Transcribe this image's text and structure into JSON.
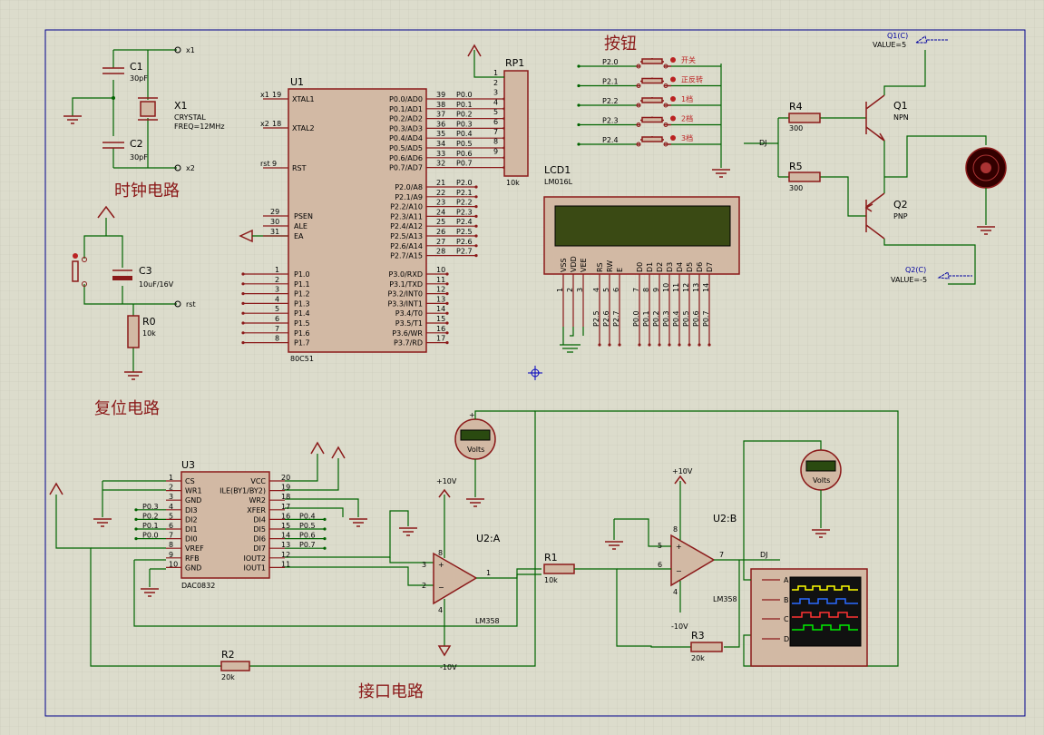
{
  "labels": {
    "buttons_title": "按钮",
    "clock_title": "时钟电路",
    "reset_title": "复位电路",
    "interface_title": "接口电路",
    "c1": "C1",
    "c1_val": "30pF",
    "c2": "C2",
    "c2_val": "30pF",
    "x1": "X1",
    "x1_type": "CRYSTAL",
    "x1_freq": "FREQ=12MHz",
    "net_x1": "x1",
    "net_x2": "x2",
    "net_rst": "rst",
    "c3": "C3",
    "c3_val": "10uF/16V",
    "r0": "R0",
    "r0_val": "10k",
    "u1": "U1",
    "u1_part": "80C51",
    "rp1": "RP1",
    "rp1_val": "10k",
    "lcd1": "LCD1",
    "lcd1_part": "LM016L",
    "r4": "R4",
    "r4_val": "300",
    "r5": "R5",
    "r5_val": "300",
    "q1": "Q1",
    "q1_type": "NPN",
    "q2": "Q2",
    "q2_type": "PNP",
    "q1c": "Q1(C)",
    "q1c_val": "VALUE=5",
    "q2c": "Q2(C)",
    "q2c_val": "VALUE=-5",
    "dj": "DJ",
    "u3": "U3",
    "u3_part": "DAC0832",
    "u2a": "U2:A",
    "u2b": "U2:B",
    "lm358_a": "LM358",
    "lm358_b": "LM358",
    "r1": "R1",
    "r1_val": "10k",
    "r2": "R2",
    "r2_val": "20k",
    "r3": "R3",
    "r3_val": "20k",
    "p10v": "+10V",
    "m10v": "-10V",
    "volts": "Volts",
    "scope_a": "A",
    "scope_b": "B",
    "scope_c": "C",
    "scope_d": "D"
  },
  "button_rows": [
    {
      "net": "P2.0",
      "label": "开关"
    },
    {
      "net": "P2.1",
      "label": "正反转"
    },
    {
      "net": "P2.2",
      "label": "1档"
    },
    {
      "net": "P2.3",
      "label": "2档"
    },
    {
      "net": "P2.4",
      "label": "3档"
    }
  ],
  "u1_left_top": [
    {
      "name": "XTAL1",
      "num": "19",
      "net": "x1"
    },
    {
      "name": "XTAL2",
      "num": "18",
      "net": "x2"
    },
    {
      "name": "RST",
      "num": "9",
      "net": "rst"
    }
  ],
  "u1_left_mid": [
    {
      "name": "PSEN",
      "num": "29"
    },
    {
      "name": "ALE",
      "num": "30"
    },
    {
      "name": "EA",
      "num": "31"
    }
  ],
  "u1_left_p1": [
    {
      "name": "P1.0",
      "num": "1"
    },
    {
      "name": "P1.1",
      "num": "2"
    },
    {
      "name": "P1.2",
      "num": "3"
    },
    {
      "name": "P1.3",
      "num": "4"
    },
    {
      "name": "P1.4",
      "num": "5"
    },
    {
      "name": "P1.5",
      "num": "6"
    },
    {
      "name": "P1.6",
      "num": "7"
    },
    {
      "name": "P1.7",
      "num": "8"
    }
  ],
  "u1_right_p0": [
    {
      "name": "P0.0/AD0",
      "num": "39",
      "net": "P0.0"
    },
    {
      "name": "P0.1/AD1",
      "num": "38",
      "net": "P0.1"
    },
    {
      "name": "P0.2/AD2",
      "num": "37",
      "net": "P0.2"
    },
    {
      "name": "P0.3/AD3",
      "num": "36",
      "net": "P0.3"
    },
    {
      "name": "P0.4/AD4",
      "num": "35",
      "net": "P0.4"
    },
    {
      "name": "P0.5/AD5",
      "num": "34",
      "net": "P0.5"
    },
    {
      "name": "P0.6/AD6",
      "num": "33",
      "net": "P0.6"
    },
    {
      "name": "P0.7/AD7",
      "num": "32",
      "net": "P0.7"
    }
  ],
  "u1_right_p2": [
    {
      "name": "P2.0/A8",
      "num": "21",
      "net": "P2.0"
    },
    {
      "name": "P2.1/A9",
      "num": "22",
      "net": "P2.1"
    },
    {
      "name": "P2.2/A10",
      "num": "23",
      "net": "P2.2"
    },
    {
      "name": "P2.3/A11",
      "num": "24",
      "net": "P2.3"
    },
    {
      "name": "P2.4/A12",
      "num": "25",
      "net": "P2.4"
    },
    {
      "name": "P2.5/A13",
      "num": "26",
      "net": "P2.5"
    },
    {
      "name": "P2.6/A14",
      "num": "27",
      "net": "P2.6"
    },
    {
      "name": "P2.7/A15",
      "num": "28",
      "net": "P2.7"
    }
  ],
  "u1_right_p3": [
    {
      "name": "P3.0/RXD",
      "num": "10"
    },
    {
      "name": "P3.1/TXD",
      "num": "11"
    },
    {
      "name": "P3.2/INT0",
      "num": "12"
    },
    {
      "name": "P3.3/INT1",
      "num": "13"
    },
    {
      "name": "P3.4/T0",
      "num": "14"
    },
    {
      "name": "P3.5/T1",
      "num": "15"
    },
    {
      "name": "P3.6/WR",
      "num": "16"
    },
    {
      "name": "P3.7/RD",
      "num": "17"
    }
  ],
  "rp1_pins": [
    "1",
    "2",
    "3",
    "4",
    "5",
    "6",
    "7",
    "8",
    "9"
  ],
  "lcd_pins": [
    {
      "name": "VSS",
      "num": "1"
    },
    {
      "name": "VDD",
      "num": "2"
    },
    {
      "name": "VEE",
      "num": "3"
    },
    {
      "name": "RS",
      "num": "4",
      "net": "P2.5"
    },
    {
      "name": "RW",
      "num": "5",
      "net": "P2.6"
    },
    {
      "name": "E",
      "num": "6",
      "net": "P2.7"
    },
    {
      "name": "D0",
      "num": "7",
      "net": "P0.0"
    },
    {
      "name": "D1",
      "num": "8",
      "net": "P0.1"
    },
    {
      "name": "D2",
      "num": "9",
      "net": "P0.2"
    },
    {
      "name": "D3",
      "num": "10",
      "net": "P0.3"
    },
    {
      "name": "D4",
      "num": "11",
      "net": "P0.4"
    },
    {
      "name": "D5",
      "num": "12",
      "net": "P0.5"
    },
    {
      "name": "D6",
      "num": "13",
      "net": "P0.6"
    },
    {
      "name": "D7",
      "num": "14",
      "net": "P0.7"
    }
  ],
  "u3_left": [
    {
      "name": "CS",
      "num": "1",
      "net": ""
    },
    {
      "name": "WR1",
      "num": "2",
      "net": ""
    },
    {
      "name": "GND",
      "num": "3",
      "net": ""
    },
    {
      "name": "DI3",
      "num": "4",
      "net": "P0.3"
    },
    {
      "name": "DI2",
      "num": "5",
      "net": "P0.2"
    },
    {
      "name": "DI1",
      "num": "6",
      "net": "P0.1"
    },
    {
      "name": "DI0",
      "num": "7",
      "net": "P0.0"
    },
    {
      "name": "VREF",
      "num": "8",
      "net": ""
    },
    {
      "name": "RFB",
      "num": "9",
      "net": ""
    },
    {
      "name": "GND",
      "num": "10",
      "net": ""
    }
  ],
  "u3_right": [
    {
      "name": "VCC",
      "num": "20",
      "net": ""
    },
    {
      "name": "ILE(BY1/BY2)",
      "num": "19",
      "net": ""
    },
    {
      "name": "WR2",
      "num": "18",
      "net": ""
    },
    {
      "name": "XFER",
      "num": "17",
      "net": ""
    },
    {
      "name": "DI4",
      "num": "16",
      "net": "P0.4"
    },
    {
      "name": "DI5",
      "num": "15",
      "net": "P0.5"
    },
    {
      "name": "DI6",
      "num": "14",
      "net": "P0.6"
    },
    {
      "name": "DI7",
      "num": "13",
      "net": "P0.7"
    },
    {
      "name": "IOUT2",
      "num": "12",
      "net": ""
    },
    {
      "name": "IOUT1",
      "num": "11",
      "net": ""
    }
  ],
  "opamp_pins": {
    "a_in_p": "3",
    "a_in_n": "2",
    "a_out": "1",
    "a_v": "8",
    "a_g": "4",
    "b_in_p": "5",
    "b_in_n": "6",
    "b_out": "7",
    "b_v": "8",
    "b_g": "4"
  },
  "colors": {
    "wire": "#006400",
    "component": "#8b1a1a",
    "body_fill": "#d2b9a4",
    "lcd_screen": "#3a4a14",
    "grid": "#c8c8b8"
  }
}
